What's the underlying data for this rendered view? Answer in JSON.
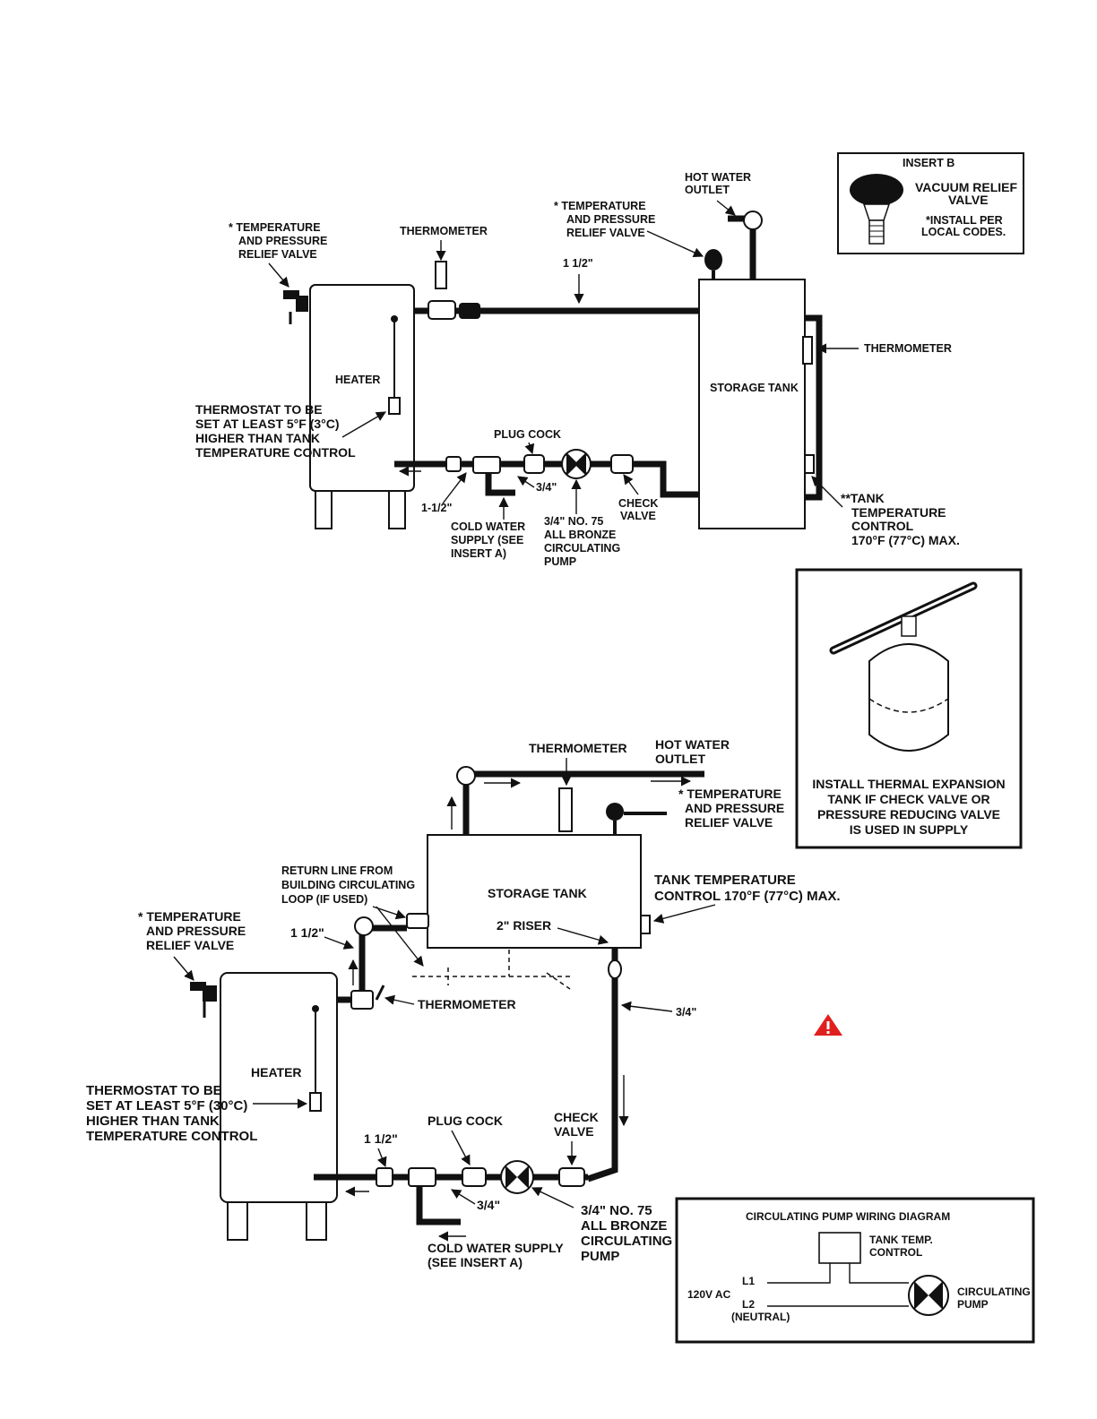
{
  "top": {
    "tpr_valve_left": [
      "*  TEMPERATURE",
      "AND PRESSURE",
      "RELIEF VALVE"
    ],
    "thermometer_heater": "THERMOMETER",
    "tpr_valve_tank": [
      "*  TEMPERATURE",
      "AND PRESSURE",
      "RELIEF VALVE"
    ],
    "hot_water_outlet": [
      "HOT WATER",
      "OUTLET"
    ],
    "pipe_size_top": "1 1/2\"",
    "thermometer_tank": "THERMOMETER",
    "heater": "HEATER",
    "storage_tank": "STORAGE TANK",
    "thermostat_note": [
      "THERMOSTAT TO BE",
      "SET AT LEAST 5°F (3°C)",
      "HIGHER THAN TANK",
      "TEMPERATURE CONTROL"
    ],
    "plug_cock": "PLUG COCK",
    "pipe_size_3_4": "3/4\"",
    "pipe_size_1_1_2": "1-1/2\"",
    "cold_water_supply": [
      "COLD WATER",
      "SUPPLY (SEE",
      "INSERT A)"
    ],
    "pump": [
      "3/4\" NO. 75",
      "ALL BRONZE",
      "CIRCULATING",
      "PUMP"
    ],
    "check_valve": [
      "CHECK",
      "VALVE"
    ],
    "tank_temp_control": [
      "**TANK",
      "TEMPERATURE",
      "CONTROL",
      "170°F (77°C) MAX."
    ]
  },
  "insert_b": {
    "title": "INSERT B",
    "vacuum": [
      "VACUUM RELIEF",
      "VALVE"
    ],
    "install": [
      "*INSTALL PER",
      "LOCAL CODES."
    ]
  },
  "expansion": {
    "note": [
      "INSTALL THERMAL EXPANSION",
      "TANK IF CHECK VALVE OR",
      "PRESSURE REDUCING VALVE",
      "IS USED IN SUPPLY"
    ]
  },
  "bottom": {
    "thermometer_top": "THERMOMETER",
    "hot_water_outlet": [
      "HOT WATER",
      "OUTLET"
    ],
    "tpr_valve_tank": [
      "* TEMPERATURE",
      "AND PRESSURE",
      "RELIEF VALVE"
    ],
    "return_line": [
      "RETURN LINE FROM",
      "BUILDING CIRCULATING",
      "LOOP (IF USED)"
    ],
    "storage_tank": "STORAGE TANK",
    "tank_temp_control": [
      "TANK TEMPERATURE",
      "CONTROL 170°F (77°C) MAX."
    ],
    "riser": "2\" RISER",
    "tpr_valve_left": [
      "* TEMPERATURE",
      "AND PRESSURE",
      "RELIEF VALVE"
    ],
    "pipe_size_top": "1 1/2\"",
    "thermometer_heater": "THERMOMETER",
    "pipe_size_3_4_right": "3/4\"",
    "heater": "HEATER",
    "thermostat_note": [
      "THERMOSTAT TO BE",
      "SET AT LEAST 5°F (30°C)",
      "HIGHER THAN TANK",
      "TEMPERATURE CONTROL"
    ],
    "plug_cock": "PLUG COCK",
    "check_valve": [
      "CHECK",
      "VALVE"
    ],
    "pipe_size_bottom": "1 1/2\"",
    "pipe_size_3_4": "3/4\"",
    "pump": [
      "3/4\" NO. 75",
      "ALL BRONZE",
      "CIRCULATING",
      "PUMP"
    ],
    "cold_water_supply": [
      "COLD WATER SUPPLY",
      "(SEE INSERT A)"
    ]
  },
  "wiring": {
    "title": "CIRCULATING PUMP WIRING DIAGRAM",
    "control": [
      "TANK TEMP.",
      "CONTROL"
    ],
    "l1": "L1",
    "supply": "120V AC",
    "l2": "L2",
    "neutral": "(NEUTRAL)",
    "pump": [
      "CIRCULATING",
      "PUMP"
    ]
  },
  "warning_color": "#e0201f"
}
